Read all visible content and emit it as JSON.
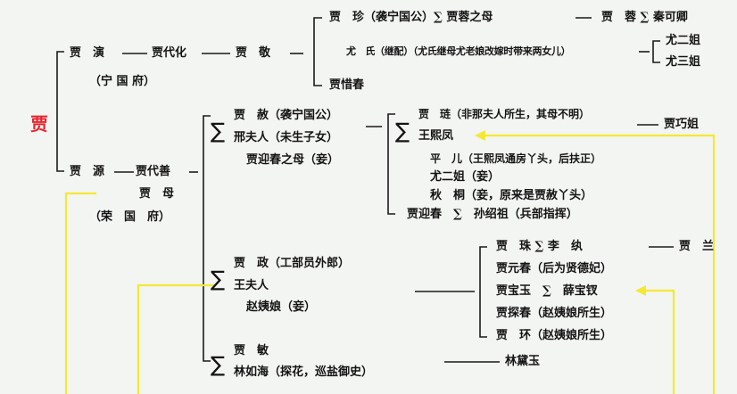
{
  "colors": {
    "root": "#e8232f",
    "line": "#1a1a1a",
    "arrow": "#f5e834",
    "background": "#f3f5f2"
  },
  "root": "贾",
  "branches": {
    "ningguo": {
      "ancestor": "贾　演",
      "son": "贾代化",
      "grandson": "贾　敬",
      "house": "（宁 国 府）",
      "children": {
        "zhen": "贾　珍（袭宁国公）∑ 贾蓉之母",
        "you": "尤　氏（继配）（尤氏继母尤老娘改嫁时带来两女儿）",
        "xichun": "贾惜春"
      },
      "rong": "贾　蓉 ∑ 秦可卿",
      "you_sisters": [
        "尤二姐",
        "尤三姐"
      ]
    },
    "rongguo": {
      "ancestor": "贾　源",
      "son": "贾代善",
      "wife": "贾　母",
      "house": "（荣　国　府）",
      "she": {
        "name": "贾　赦（袭宁国公）",
        "wife": "邢夫人（未生子女）",
        "concubine": "贾迎春之母（妾）",
        "lian": "贾　琏（非那夫人所生，其母不明）",
        "xifeng": "王熙凤",
        "qiaojie": "贾巧姐",
        "ping": "平　儿（王熙凤通房丫头，后扶正）",
        "youerjie": "尤二姐（妾）",
        "qiutong": "秋　桐（妾，原来是贾赦丫头）",
        "yingchun": "贾迎春　∑　孙绍祖（兵部指挥）"
      },
      "zheng": {
        "name": "贾　政（工部员外郎）",
        "wife": "王夫人",
        "concubine": "赵姨娘（妾）",
        "zhu": "贾　珠 ∑ 李　纨",
        "lan": "贾　兰",
        "yuanchun": "贾元春（后为贤德妃）",
        "baoyu": "贾宝玉　∑　薛宝钗",
        "tanchun": "贾探春（赵姨娘所生）",
        "huan": "贾　环（赵姨娘所生）"
      },
      "min": {
        "name": "贾　敏",
        "husband": "林如海（探花，巡盐御史）",
        "daiyu": "林黛玉"
      }
    }
  },
  "sigma": "∑"
}
